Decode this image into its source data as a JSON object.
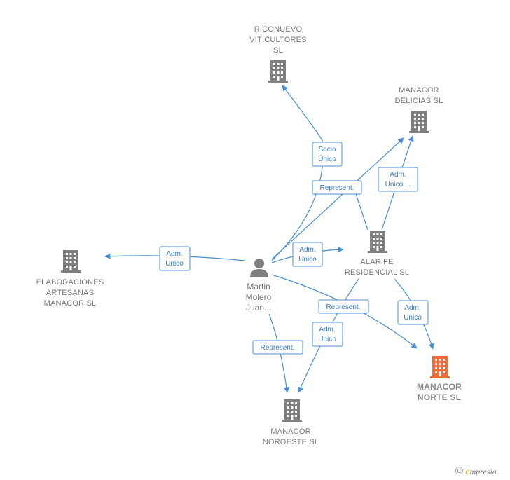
{
  "nodes": {
    "riconuevo": {
      "label_lines": [
        "RICONUEVO",
        "VITICULTORES",
        "SL"
      ],
      "type": "company",
      "highlight": false
    },
    "delicias": {
      "label_lines": [
        "MANACOR",
        "DELICIAS  SL"
      ],
      "type": "company",
      "highlight": false
    },
    "alarife": {
      "label_lines": [
        "ALARIFE",
        "RESIDENCIAL SL"
      ],
      "type": "company",
      "highlight": false
    },
    "elaboraciones": {
      "label_lines": [
        "ELABORACIONES",
        "ARTESANAS",
        "MANACOR  SL"
      ],
      "type": "company",
      "highlight": false
    },
    "person": {
      "label_lines": [
        "Martin",
        "Molero",
        "Juan..."
      ],
      "type": "person",
      "highlight": false
    },
    "norte": {
      "label_lines": [
        "MANACOR",
        "NORTE  SL"
      ],
      "type": "company",
      "highlight": true
    },
    "noroeste": {
      "label_lines": [
        "MANACOR",
        "NOROESTE  SL"
      ],
      "type": "company",
      "highlight": false
    }
  },
  "edges": [
    {
      "id": "e1",
      "from": "person",
      "to": "riconuevo",
      "label_lines": [
        "Socio",
        "Único"
      ]
    },
    {
      "id": "e2",
      "from": "person",
      "to": "delicias",
      "label_lines": [
        "Represent."
      ]
    },
    {
      "id": "e3",
      "from": "alarife",
      "to": "delicias",
      "label_lines": [
        "Adm.",
        "Unico,..."
      ]
    },
    {
      "id": "e4",
      "from": "person",
      "to": "alarife",
      "label_lines": [
        "Adm.",
        "Unico"
      ]
    },
    {
      "id": "e5",
      "from": "person",
      "to": "elaboraciones",
      "label_lines": [
        "Adm.",
        "Unico"
      ]
    },
    {
      "id": "e6",
      "from": "person",
      "to": "norte",
      "label_lines": [
        "Represent."
      ]
    },
    {
      "id": "e7",
      "from": "alarife",
      "to": "norte",
      "label_lines": [
        "Adm.",
        "Unico"
      ]
    },
    {
      "id": "e8",
      "from": "person",
      "to": "noroeste",
      "label_lines": [
        "Represent."
      ]
    },
    {
      "id": "e9",
      "from": "alarife",
      "to": "noroeste",
      "label_lines": [
        "Adm.",
        "Unico"
      ]
    }
  ],
  "colors": {
    "edge": "#4a8fd4",
    "building": "#7f7f7f",
    "building_highlight": "#f26a36",
    "person": "#7f7f7f"
  },
  "footer": {
    "copyright_symbol": "©",
    "brand_initial": "e",
    "brand_rest": "mpresia"
  }
}
